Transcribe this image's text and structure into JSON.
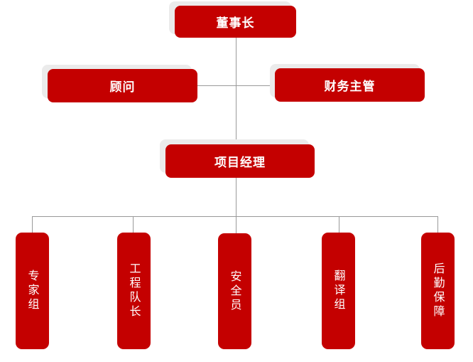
{
  "title": "组织架构图",
  "colors": {
    "box_fill": "#c40000",
    "box_text": "#ffffff",
    "connector": "#999999",
    "shadow": "#ebebeb"
  },
  "nodes": {
    "chairman": "董事长",
    "advisor": "顾问",
    "finance_supervisor": "财务主管",
    "project_manager": "项目经理",
    "teams": [
      "专家组",
      "工程队长",
      "安全员",
      "翻译组",
      "后勤保障"
    ]
  }
}
